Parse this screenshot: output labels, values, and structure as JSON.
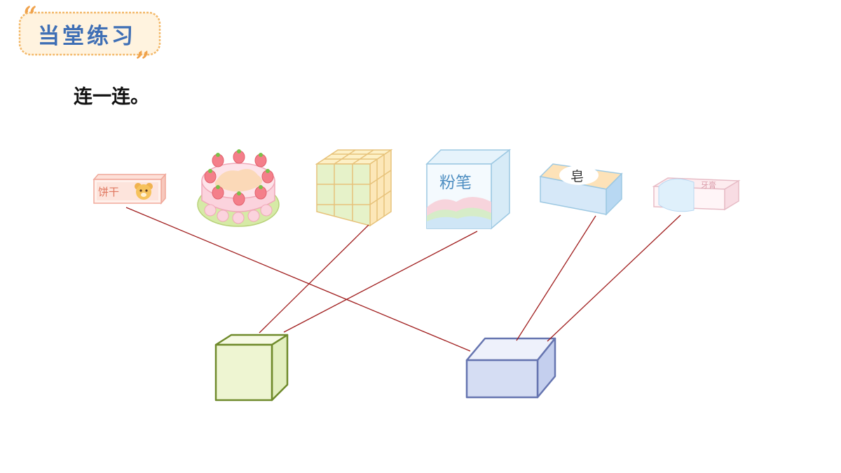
{
  "header": {
    "title": "当堂练习"
  },
  "instruction": "连一连。",
  "objects": {
    "biscuit_box_label": "饼干",
    "chalk_box_label": "粉笔",
    "soap_label": "皂",
    "toothpaste_label": "牙膏"
  },
  "colors": {
    "title_text": "#3f6fb5",
    "line": "#a01e1e",
    "cube_stroke": "#6f8a2b",
    "cube_fill": "#eef5d2",
    "cuboid_stroke": "#6675b0",
    "cuboid_fill": "#d5ddf3"
  }
}
